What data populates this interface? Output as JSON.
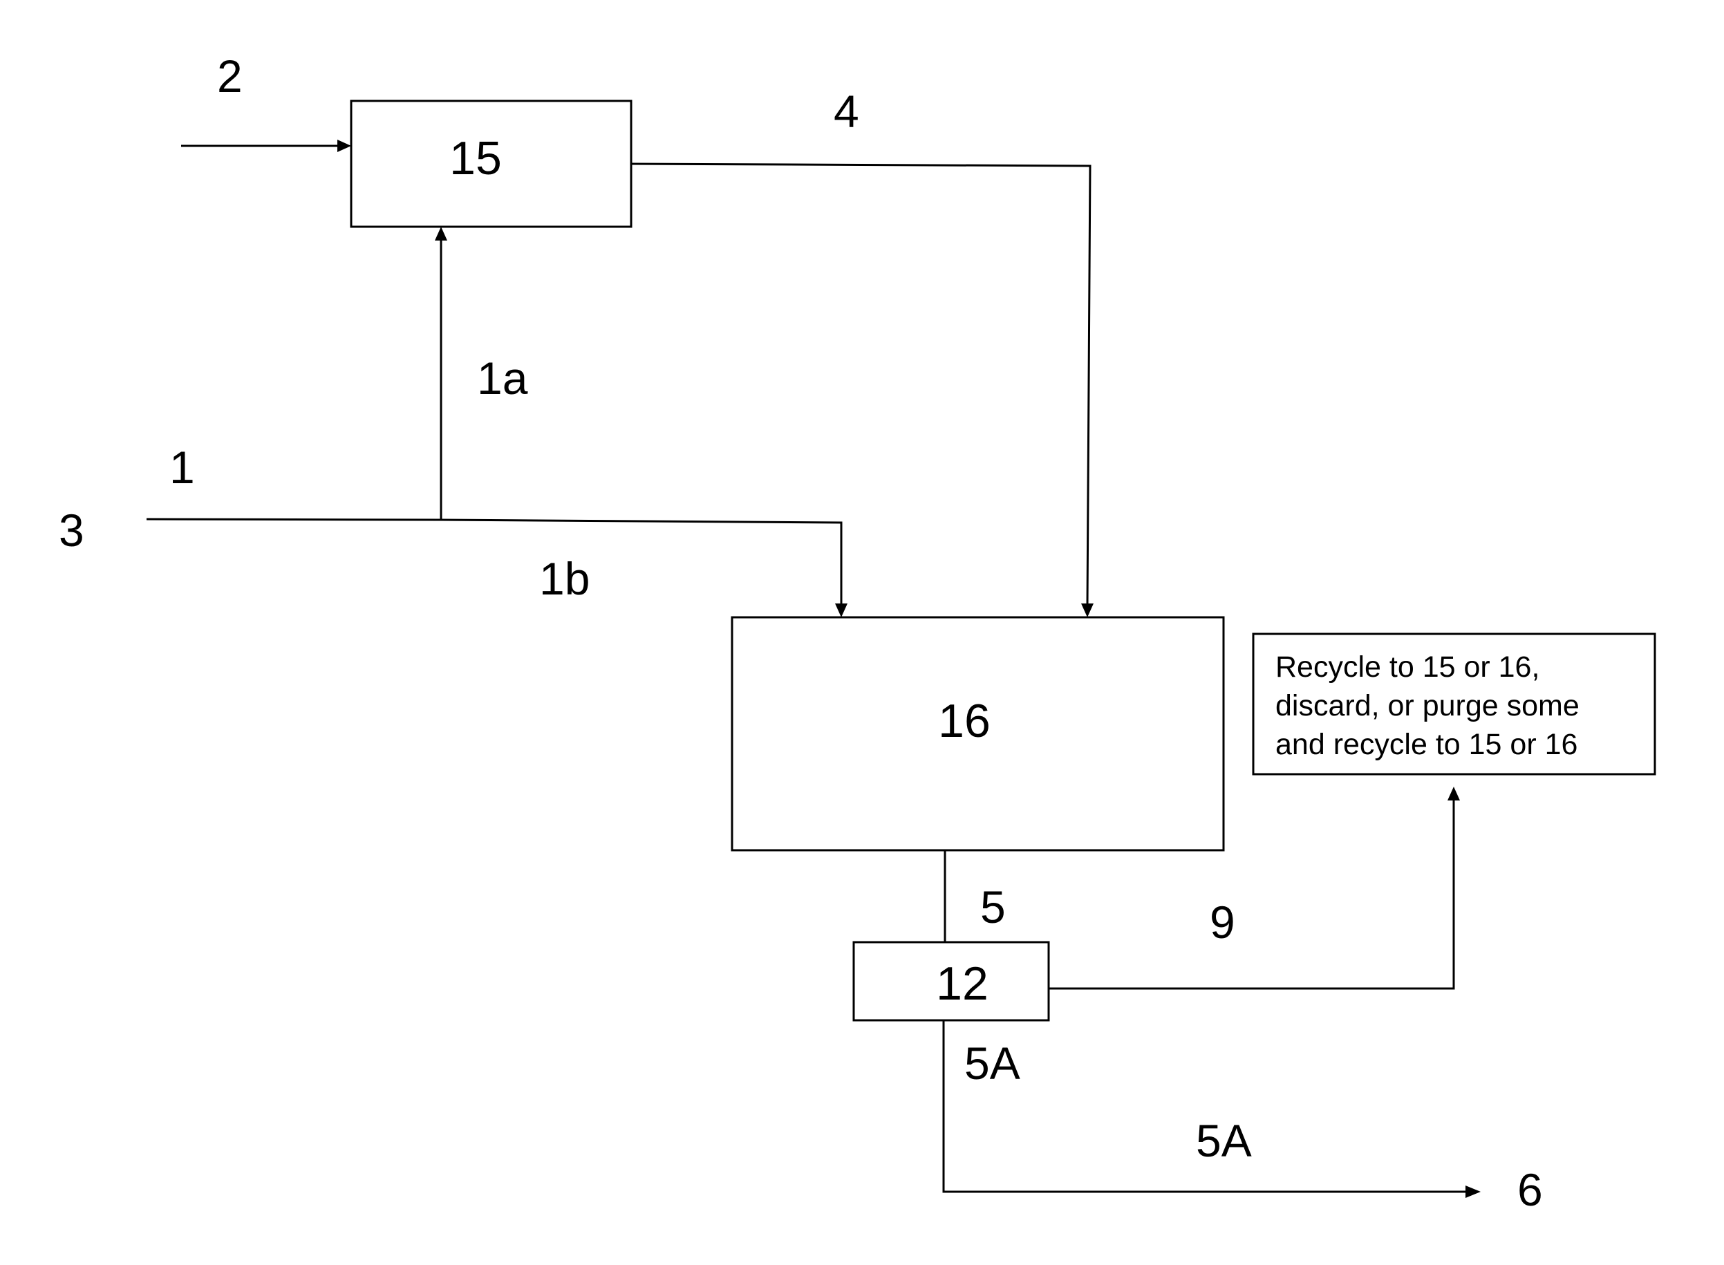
{
  "nodes": {
    "box_15": "15",
    "box_16": "16",
    "box_12": "12",
    "note_lines": [
      "Recycle to 15 or 16,",
      "discard, or purge some",
      "and recycle to 15 or 16"
    ]
  },
  "streams": {
    "s2": "2",
    "s4": "4",
    "s1a": "1a",
    "s1": "1",
    "s3": "3",
    "s1b": "1b",
    "s5": "5",
    "s9": "9",
    "s5a_upper": "5A",
    "s5a_lower": "5A",
    "s6": "6"
  }
}
